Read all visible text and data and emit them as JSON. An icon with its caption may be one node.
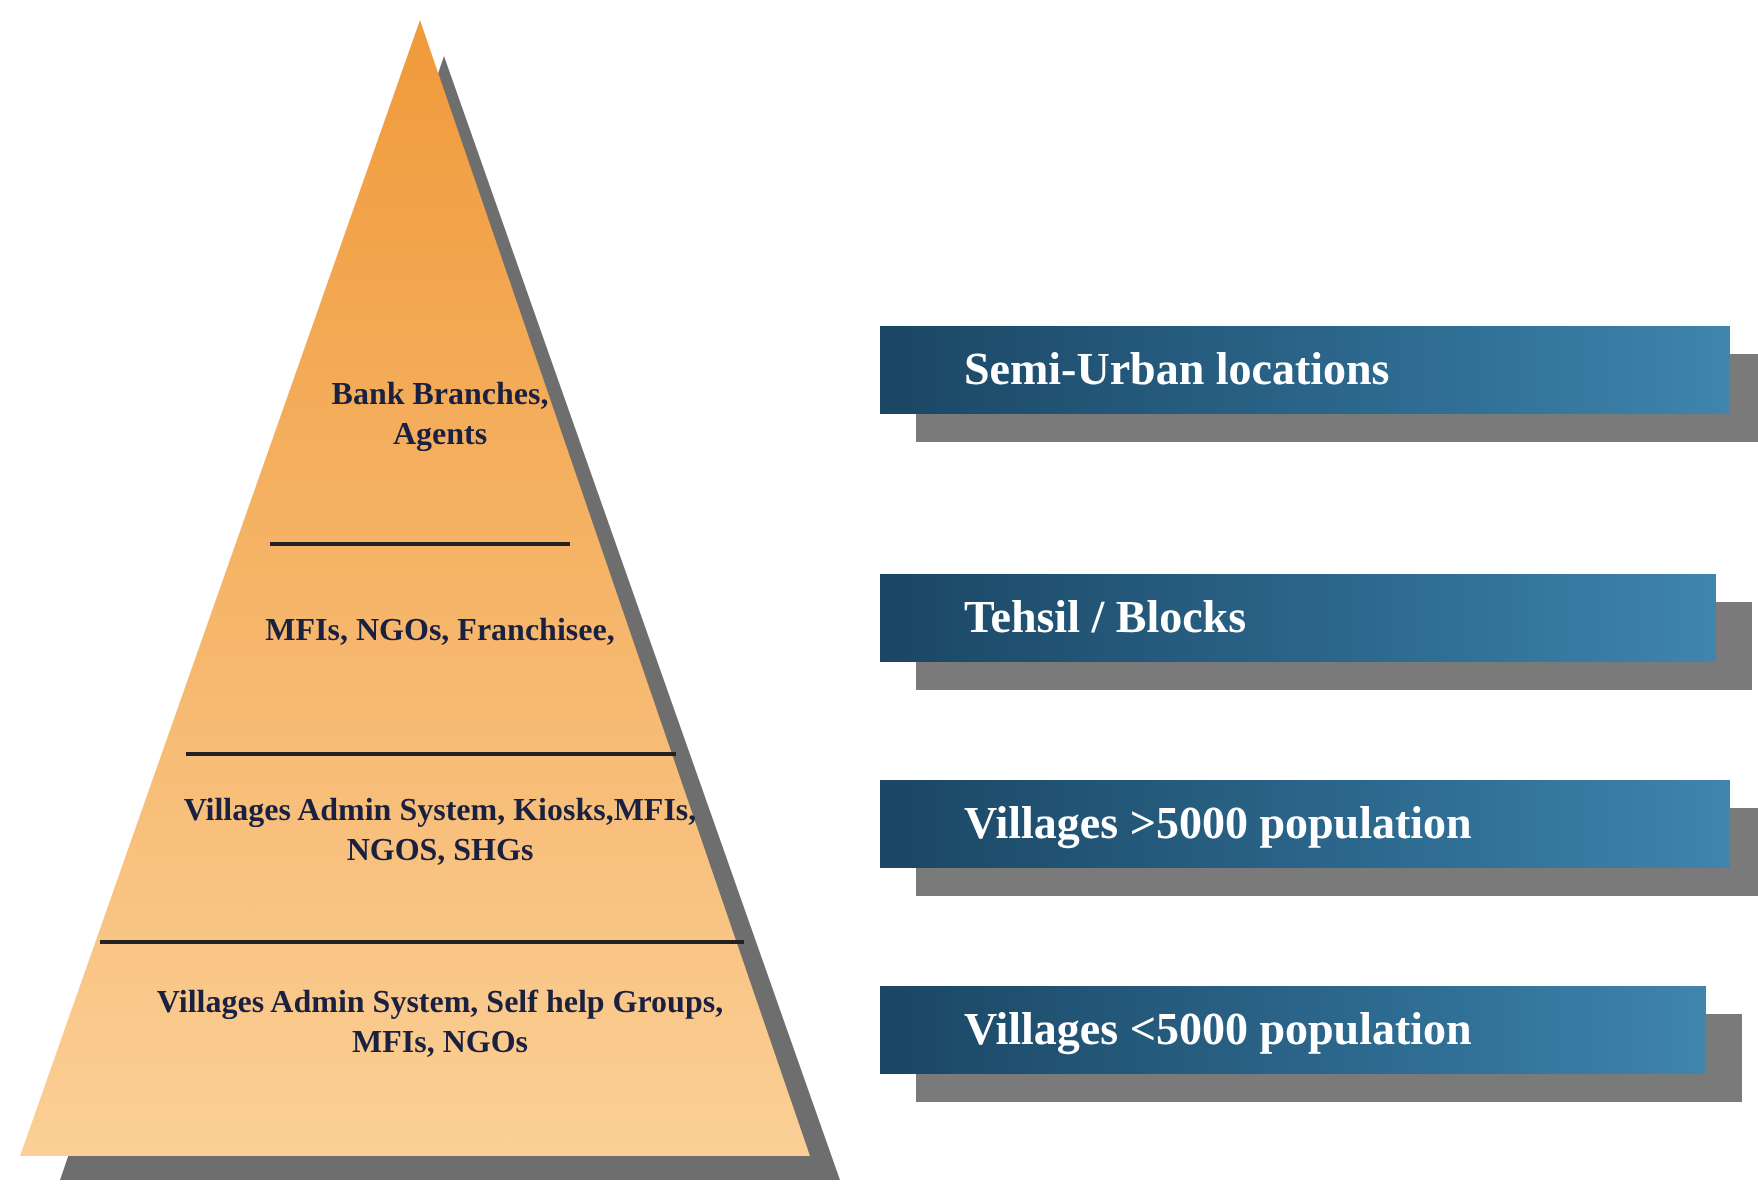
{
  "diagram": {
    "nodes": [
      {
        "text": [
          "Bank Branches, Agents"
        ]
      },
      {
        "text": [
          "MFIs, NGOs, Franchisee,"
        ]
      },
      {
        "text": [
          "Villages Admin System, Kiosks,MFIs, NGOS, SHGs"
        ]
      },
      {
        "text": [
          "Villages Admin System, Self help Groups, MFIs, NGOs"
        ]
      },
      {
        "text": [
          "Semi-Urban locations"
        ]
      },
      {
        "text": [
          "Tehsil / Blocks"
        ]
      },
      {
        "text": [
          "Villages >5000 population"
        ]
      },
      {
        "text": [
          "Villages <5000 population"
        ]
      }
    ],
    "edges": []
  }
}
